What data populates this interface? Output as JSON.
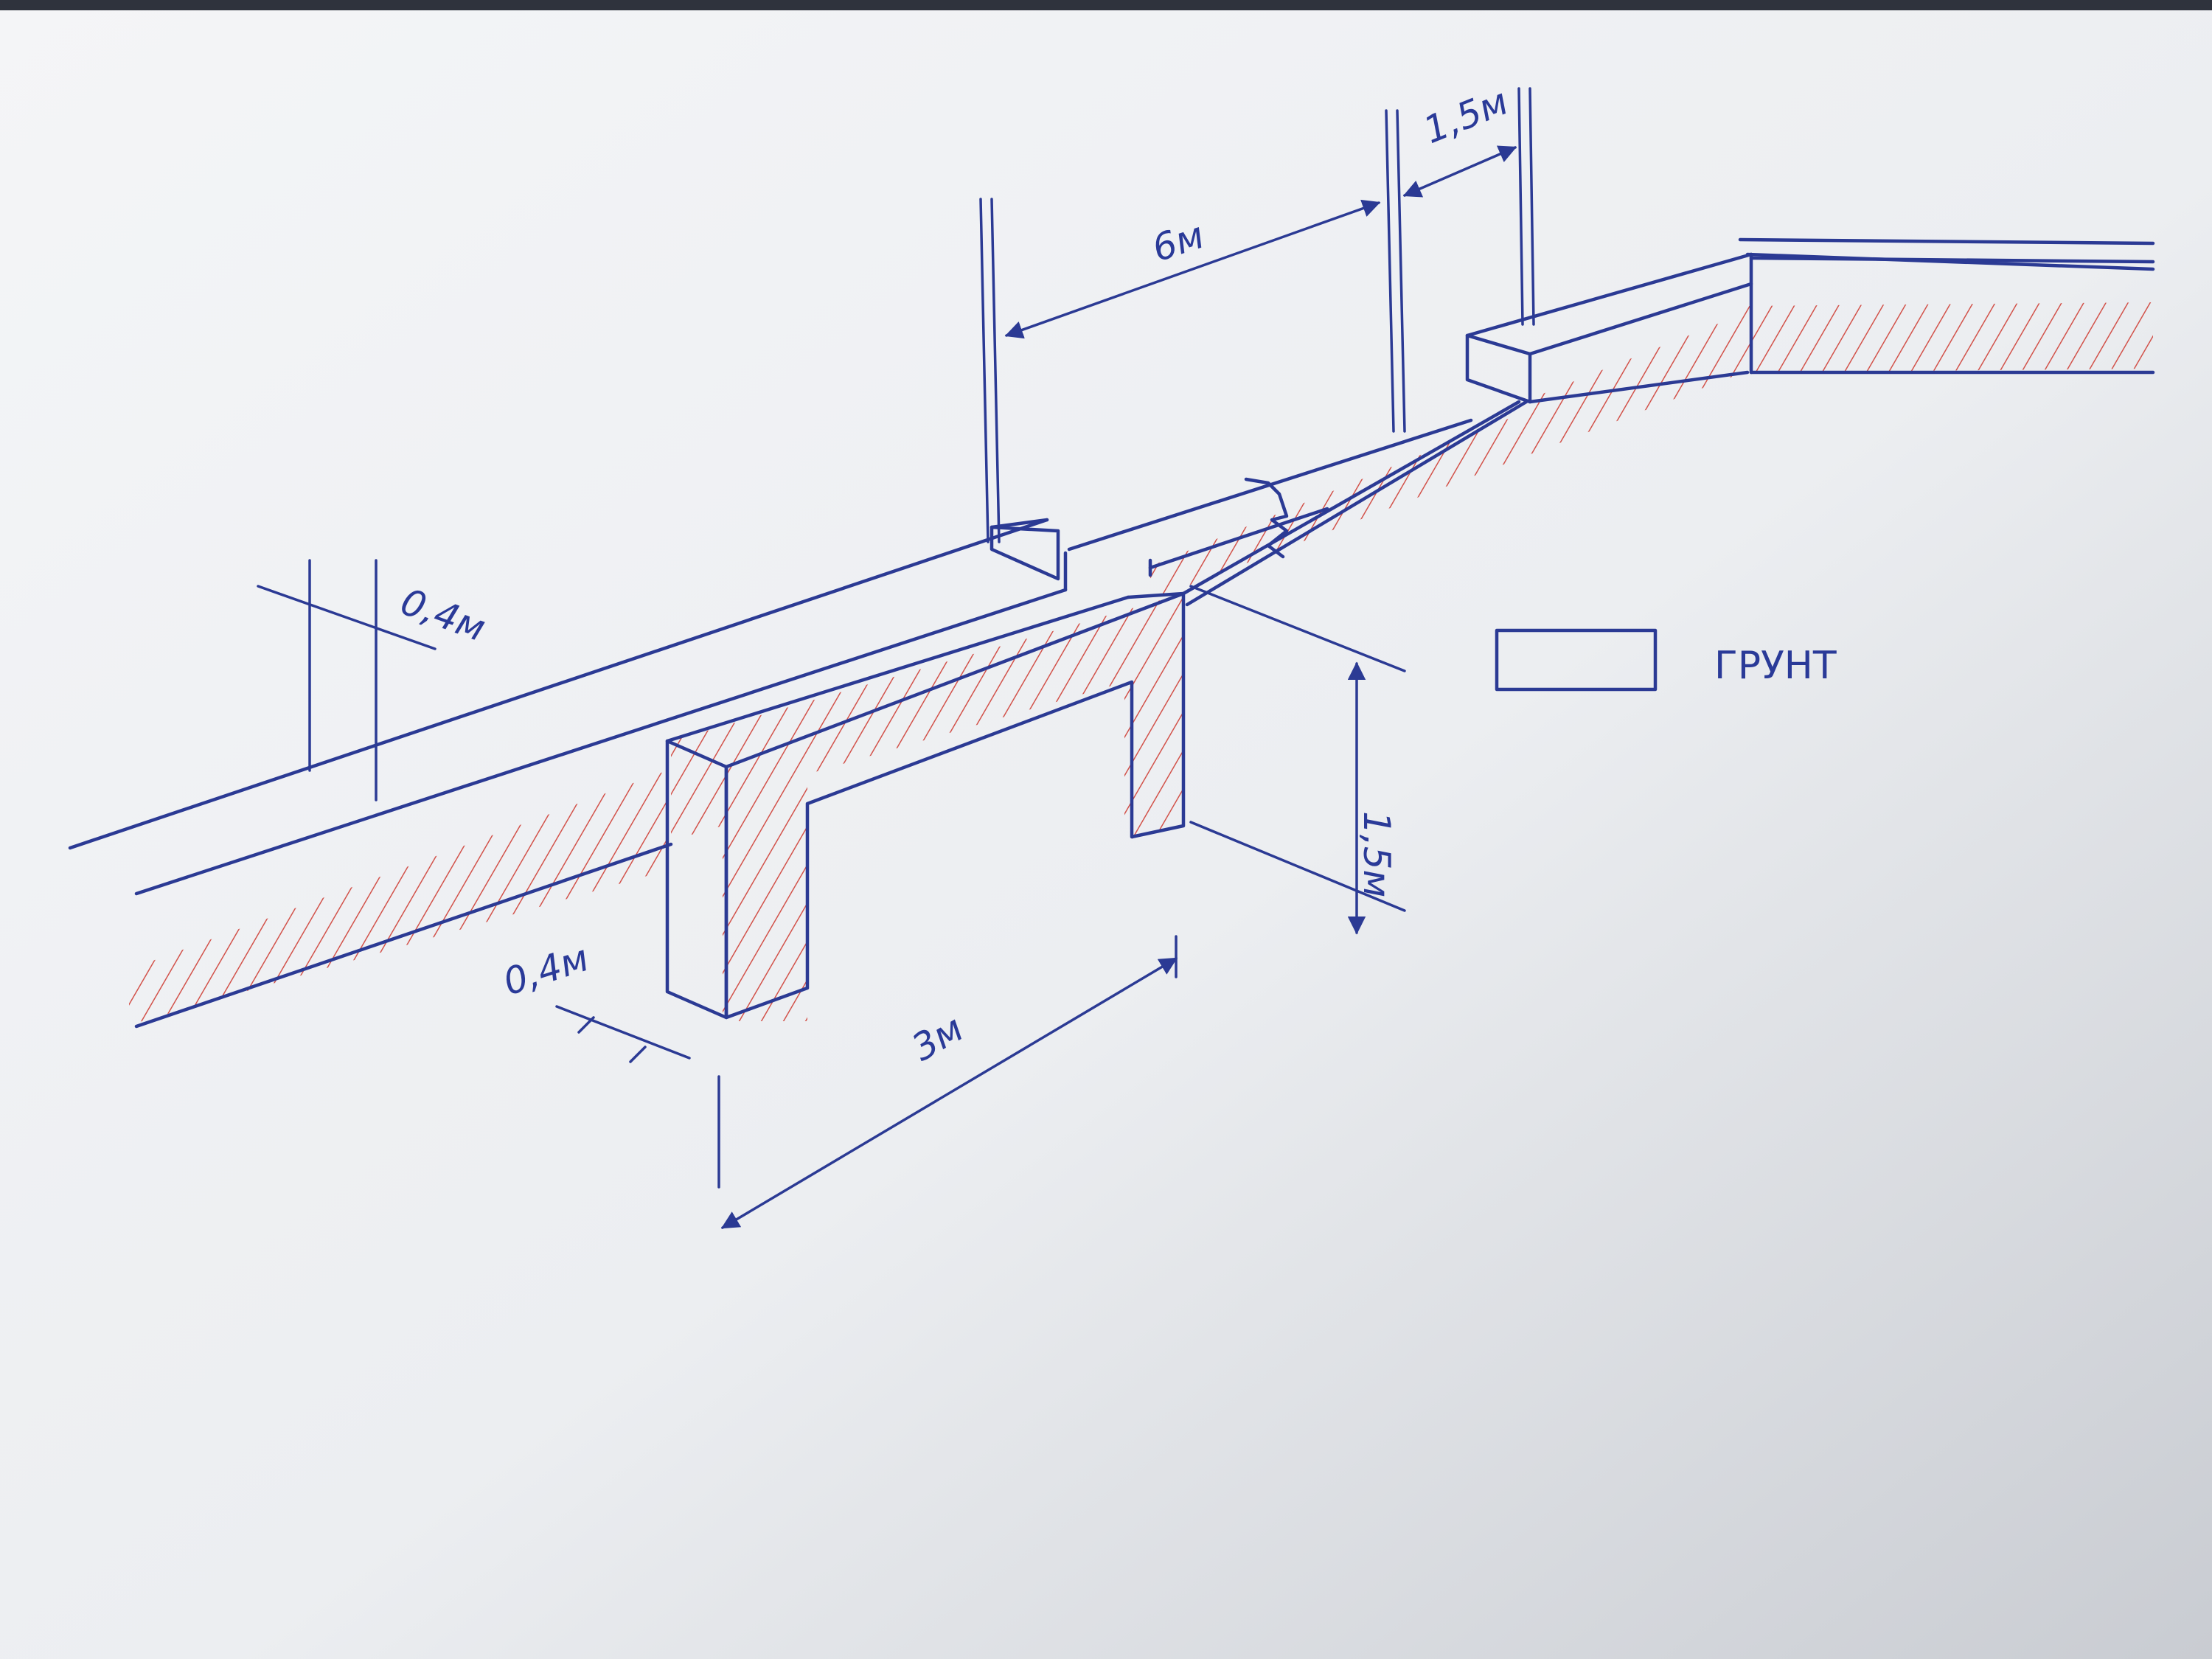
{
  "labels": {
    "dim_04_top": "0,4м",
    "dim_6m": "6м",
    "dim_15m_top": "1,5м",
    "dim_15m_depth": "1,5м",
    "dim_04_bottom": "0,4м",
    "dim_3m": "3м",
    "legend_text": "ГРУНТ"
  },
  "colors": {
    "paper": "#eeeeef",
    "ink": "#2b3a94",
    "hatch": "#d2524a",
    "background": "#3a3f4b"
  }
}
